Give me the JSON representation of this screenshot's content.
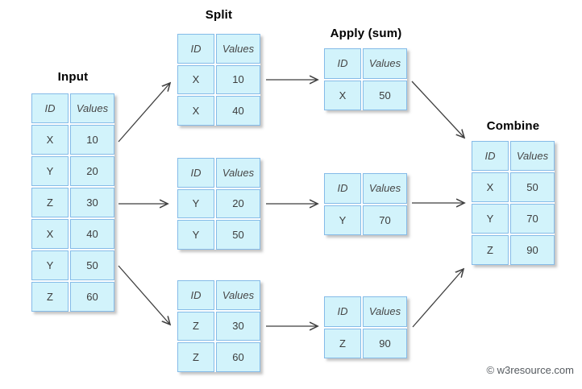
{
  "titles": {
    "input": "Input",
    "split": "Split",
    "apply": "Apply (sum)",
    "combine": "Combine"
  },
  "tables": {
    "input": {
      "headers": [
        "ID",
        "Values"
      ],
      "rows": [
        [
          "X",
          "10"
        ],
        [
          "Y",
          "20"
        ],
        [
          "Z",
          "30"
        ],
        [
          "X",
          "40"
        ],
        [
          "Y",
          "50"
        ],
        [
          "Z",
          "60"
        ]
      ]
    },
    "split": [
      {
        "headers": [
          "ID",
          "Values"
        ],
        "rows": [
          [
            "X",
            "10"
          ],
          [
            "X",
            "40"
          ]
        ]
      },
      {
        "headers": [
          "ID",
          "Values"
        ],
        "rows": [
          [
            "Y",
            "20"
          ],
          [
            "Y",
            "50"
          ]
        ]
      },
      {
        "headers": [
          "ID",
          "Values"
        ],
        "rows": [
          [
            "Z",
            "30"
          ],
          [
            "Z",
            "60"
          ]
        ]
      }
    ],
    "apply": [
      {
        "headers": [
          "ID",
          "Values"
        ],
        "rows": [
          [
            "X",
            "50"
          ]
        ]
      },
      {
        "headers": [
          "ID",
          "Values"
        ],
        "rows": [
          [
            "Y",
            "70"
          ]
        ]
      },
      {
        "headers": [
          "ID",
          "Values"
        ],
        "rows": [
          [
            "Z",
            "90"
          ]
        ]
      }
    ],
    "combine": {
      "headers": [
        "ID",
        "Values"
      ],
      "rows": [
        [
          "X",
          "50"
        ],
        [
          "Y",
          "70"
        ],
        [
          "Z",
          "90"
        ]
      ]
    }
  },
  "watermark": "© w3resource.com",
  "colors": {
    "cell_fill": "#d2f3fb",
    "cell_border": "#85bbe8",
    "arrow": "#3f3f3f",
    "title_text": "#000000",
    "cell_text": "#3c3c3c",
    "watermark_text": "#565b60"
  }
}
